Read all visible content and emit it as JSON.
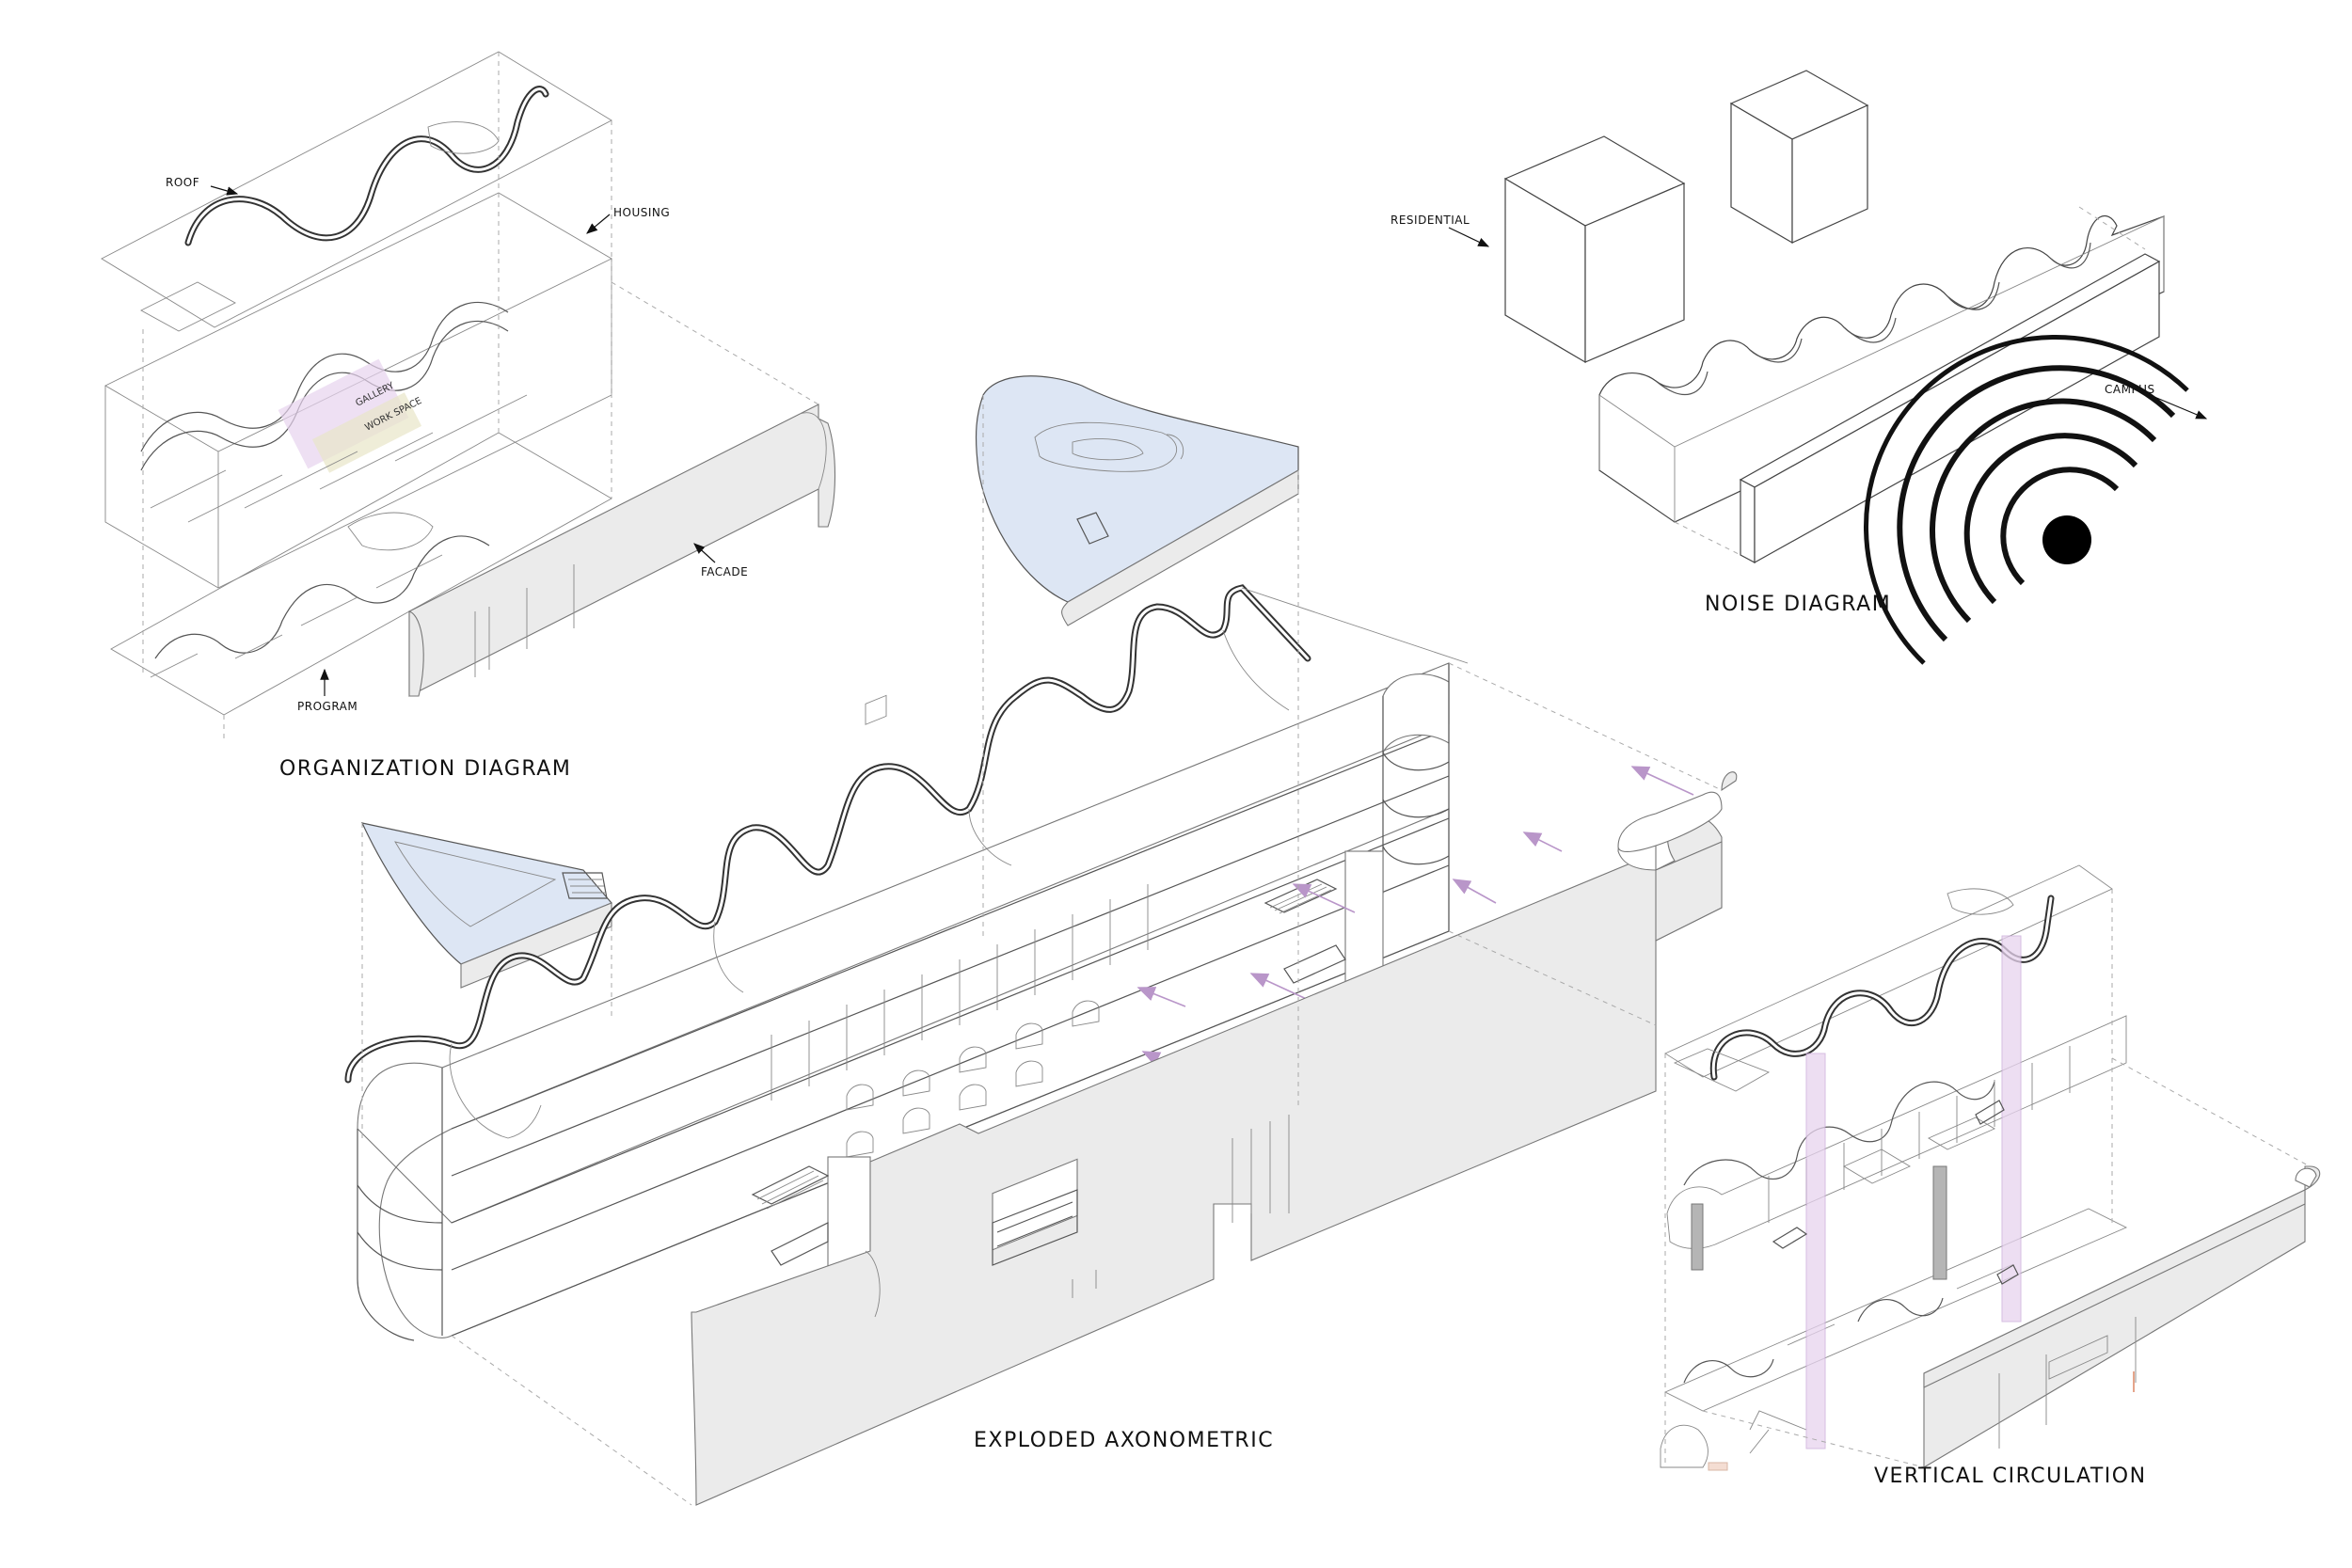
{
  "organization": {
    "title": "ORGANIZATION DIAGRAM",
    "labels": {
      "roof": "ROOF",
      "housing": "HOUSING",
      "gallery": "GALLERY",
      "workspace": "WORK SPACE",
      "facade": "FACADE",
      "program": "PROGRAM"
    }
  },
  "noise": {
    "title": "NOISE DIAGRAM",
    "labels": {
      "residential": "RESIDENTIAL",
      "campus": "CAMPUS"
    }
  },
  "exploded": {
    "title": "EXPLODED AXONOMETRIC"
  },
  "circulation": {
    "title": "VERTICAL CIRCULATION"
  },
  "colors": {
    "highlight_blue": "#dde6f4",
    "circulation_purple": "#b996c9",
    "wall_grey": "#ebebeb"
  }
}
